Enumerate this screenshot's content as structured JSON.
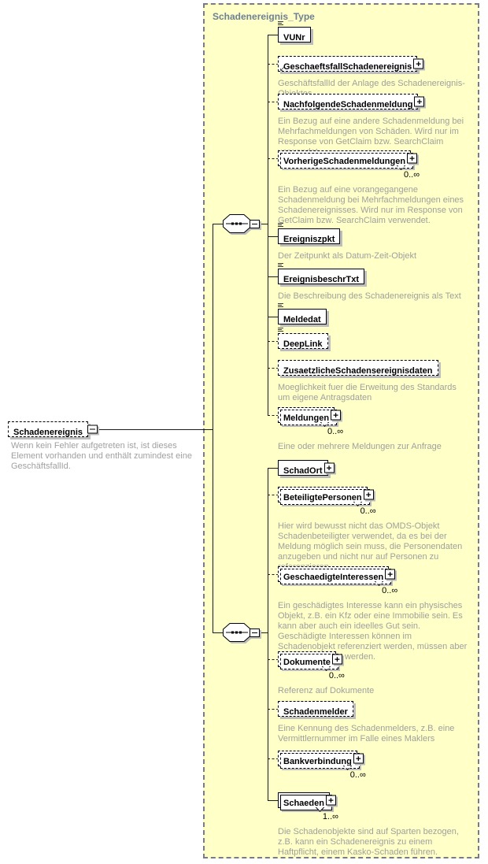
{
  "container": {
    "title": "Schadenereignis_Type"
  },
  "root": {
    "name": "Schadenereignis",
    "description": "Wenn kein Fehler aufgetreten ist, ist dieses Element vorhanden und enthält zumindest eine GeschäftsfallId."
  },
  "icons": {
    "expand": "+",
    "reference": "↙"
  },
  "elements": [
    {
      "name": "VUNr"
    },
    {
      "name": "GeschaeftsfallSchadenereignis",
      "description": "GeschäftsfallId der Anlage des Schadenereignis-Objektes"
    },
    {
      "name": "NachfolgendeSchadenmeldung",
      "description": "Ein Bezug auf eine andere Schadenmeldung bei Mehrfachmeldungen von Schäden. Wird nur im Response von GetClaim bzw. SearchClaim verwendet."
    },
    {
      "name": "VorherigeSchadenmeldungen",
      "cardinality": "0..∞",
      "description": "Ein Bezug auf eine vorangegangene Schadenmeldung bei Mehrfachmeldungen eines Schadenereignisses. Wird nur im Response von GetClaim bzw. SearchClaim verwendet."
    },
    {
      "name": "Ereigniszpkt",
      "description": "Der Zeitpunkt als Datum-Zeit-Objekt"
    },
    {
      "name": "EreignisbeschrTxt",
      "description": "Die Beschreibung des Schadenereignis als Text"
    },
    {
      "name": "Meldedat"
    },
    {
      "name": "DeepLink"
    },
    {
      "name": "ZusaetzlicheSchadensereignisdaten",
      "description": "Moeglichkeit fuer die Erweitung des Standards um eigene Antragsdaten"
    },
    {
      "name": "Meldungen",
      "cardinality": "0..∞",
      "description": "Eine oder mehrere Meldungen zur Anfrage"
    },
    {
      "name": "SchadOrt"
    },
    {
      "name": "BeteiligtePersonen",
      "cardinality": "0..∞",
      "description": "Hier wird bewusst nicht das OMDS-Objekt Schadenbeteiligter verwendet, da es bei der Meldung möglich sein muss, die Personendaten anzugeben und nicht nur auf Personen zu referenzieren."
    },
    {
      "name": "GeschaedigteInteressen",
      "cardinality": "0..∞",
      "description": "Ein geschädigtes Interesse kann ein physisches Objekt, z.B. ein Kfz oder eine Immobilie sein. Es kann aber auch ein ideelles Gut sein. Geschädigte Interessen können im Schadenobjekt referenziert werden, müssen aber nicht referenziert werden."
    },
    {
      "name": "Dokumente",
      "cardinality": "0..∞",
      "description": "Referenz auf Dokumente"
    },
    {
      "name": "Schadenmelder",
      "description": "Eine Kennung des Schadenmelders, z.B. eine Vermittlernummer im Falle eines Maklers"
    },
    {
      "name": "Bankverbindung",
      "cardinality": "0..∞"
    },
    {
      "name": "Schaeden",
      "cardinality": "1..∞",
      "description": "Die Schadenobjekte sind auf Sparten bezogen, z.B. kann ein Schadenereignis zu einem Haftpflicht, einem Kasko-Schaden führen."
    }
  ],
  "colors": {
    "container_fill": "#FFFFC8",
    "container_border": "#7B7B85",
    "annotation_text": "#A0A0A0",
    "title_text": "#6E8091",
    "shadow": "#BDBDBD"
  }
}
